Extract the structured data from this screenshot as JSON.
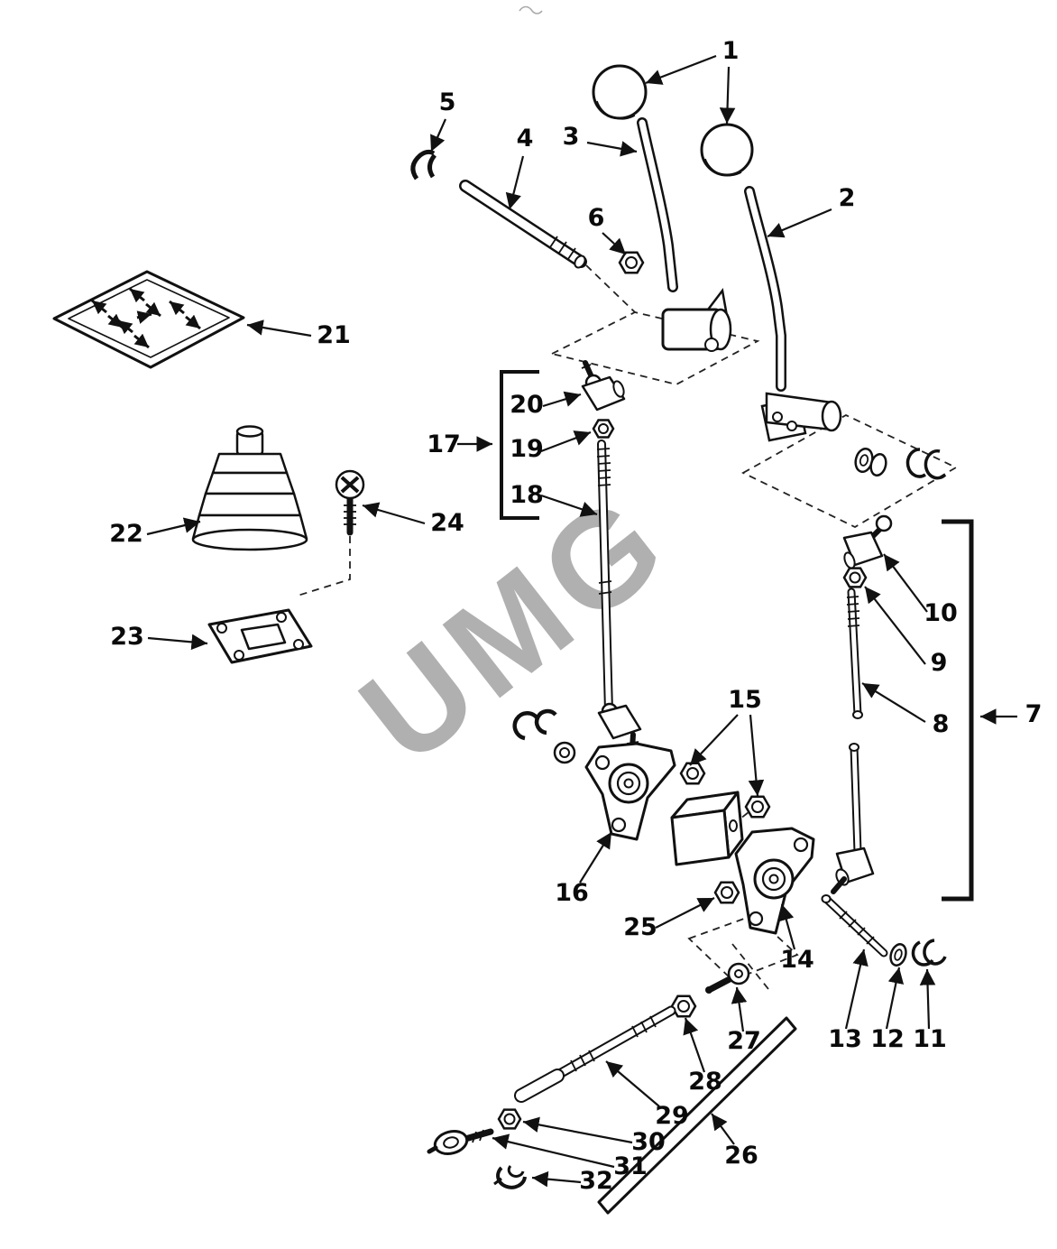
{
  "figure": {
    "watermark": "UMG"
  },
  "part_labels": [
    "1",
    "2",
    "3",
    "4",
    "5",
    "6",
    "7",
    "8",
    "9",
    "10",
    "11",
    "12",
    "13",
    "14",
    "15",
    "16",
    "17",
    "18",
    "19",
    "20",
    "21",
    "22",
    "23",
    "24",
    "25",
    "26",
    "27",
    "28",
    "29",
    "30",
    "31",
    "32"
  ]
}
